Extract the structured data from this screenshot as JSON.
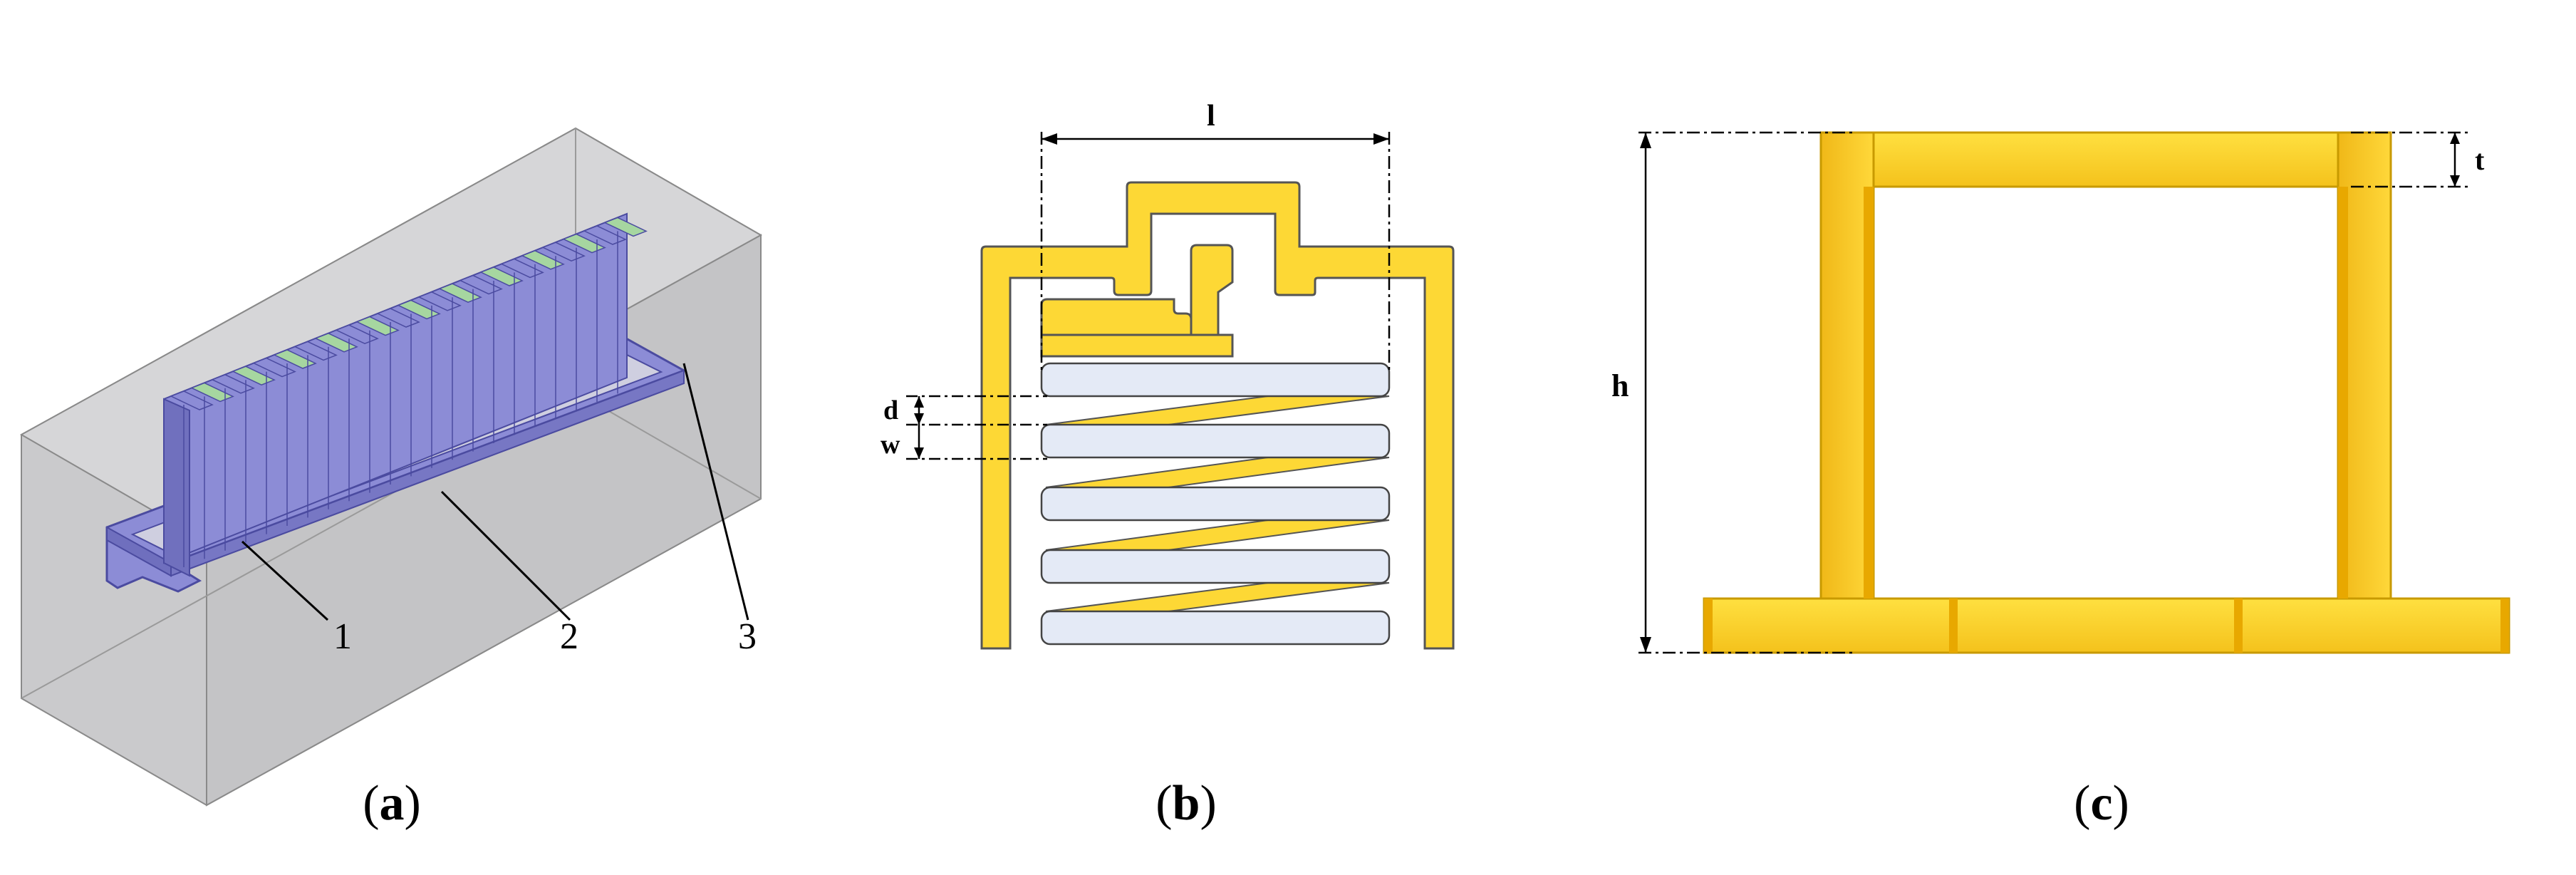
{
  "panel_a": {
    "callouts": [
      "1",
      "2",
      "3"
    ],
    "caption_letter": "a"
  },
  "panel_b": {
    "dim_length": "l",
    "dim_gap": "d",
    "dim_width": "w",
    "caption_letter": "b"
  },
  "panel_c": {
    "dim_thickness": "t",
    "dim_height": "h",
    "caption_letter": "c"
  },
  "colors": {
    "gold": "#FDD835",
    "gold_dark": "#E0A800",
    "lavender": "#8C8CD6",
    "lavender_dark": "#4B4BA0",
    "finger_green": "#A6D6A0",
    "box_grey": "#C8C8CA",
    "finger_blue": "#E4EAF6"
  }
}
